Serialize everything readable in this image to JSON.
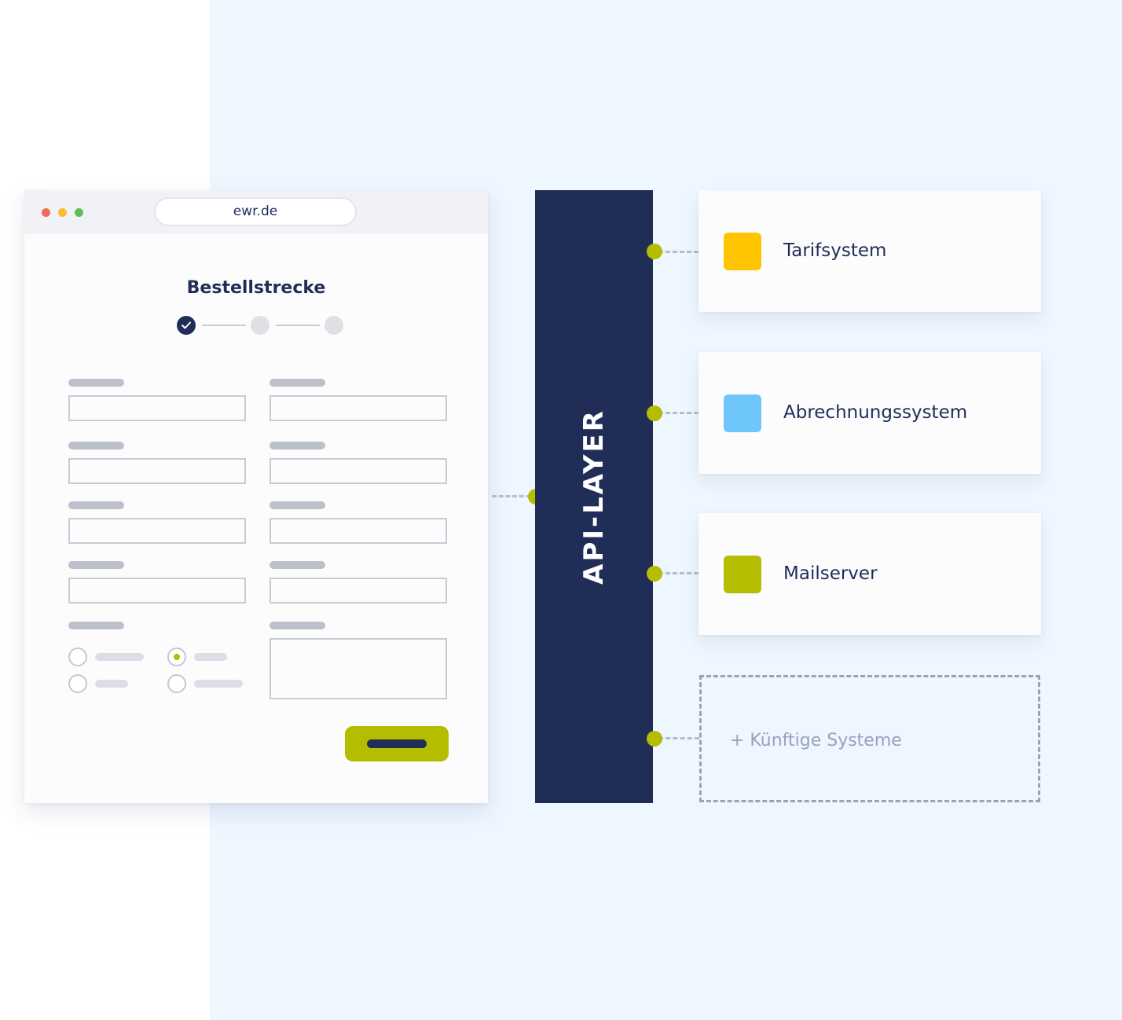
{
  "browser": {
    "url": "ewr.de",
    "form_title": "Bestellstrecke",
    "steps": [
      "done",
      "pending",
      "pending"
    ],
    "radio_selected": "second-option"
  },
  "api_layer": {
    "label": "API-LAYER"
  },
  "systems": [
    {
      "name": "Tarifsystem",
      "color": "#ffc400"
    },
    {
      "name": "Abrechnungssystem",
      "color": "#6ec6fb"
    },
    {
      "name": "Mailserver",
      "color": "#b5bd00"
    }
  ],
  "future_systems": {
    "label": "+ Künftige Systeme"
  },
  "colors": {
    "navy": "#1f2d57",
    "accent_green": "#b5bd00",
    "background_panel": "#eef6ff",
    "dot_red": "#f26b5b",
    "dot_yellow": "#f7bf2e",
    "dot_green": "#5cc05a"
  }
}
